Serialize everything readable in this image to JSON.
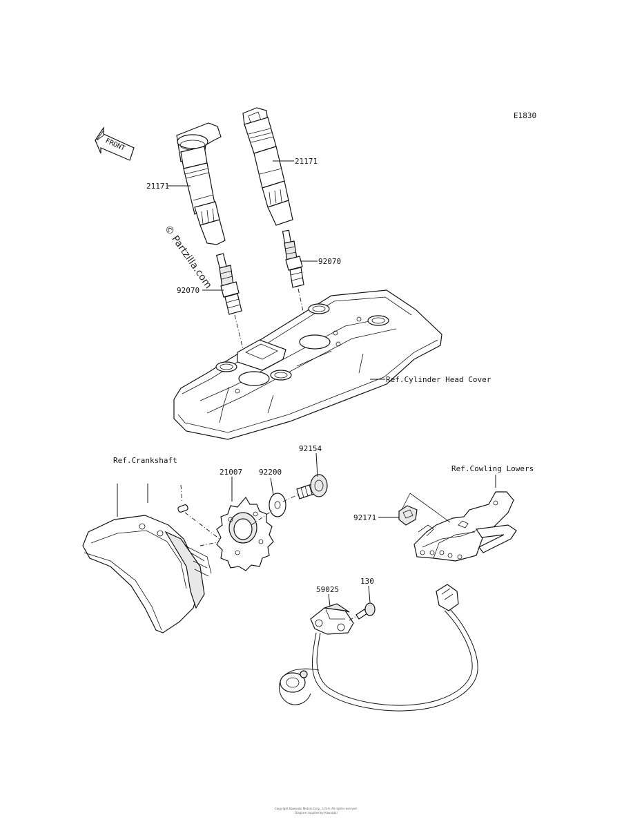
{
  "diagram_code": "E1830",
  "front_label": "FRONT",
  "watermark": "© Partzilla.com",
  "labels": {
    "coil_left": "21171",
    "coil_right": "21171",
    "plug_left": "92070",
    "plug_right": "92070",
    "ref_cylinder_head_cover": "Ref.Cylinder Head Cover",
    "ref_crankshaft": "Ref.Crankshaft",
    "rotor": "21007",
    "washer": "92200",
    "bolt": "92154",
    "ref_cowling_lowers": "Ref.Cowling Lowers",
    "clip": "92171",
    "sensor": "59025",
    "screw": "130"
  },
  "footer": {
    "line1": "Copyright Kawasaki Motors Corp., U.S.A. All rights reserved.",
    "line2": "Diagram supplied by Kawasaki"
  }
}
